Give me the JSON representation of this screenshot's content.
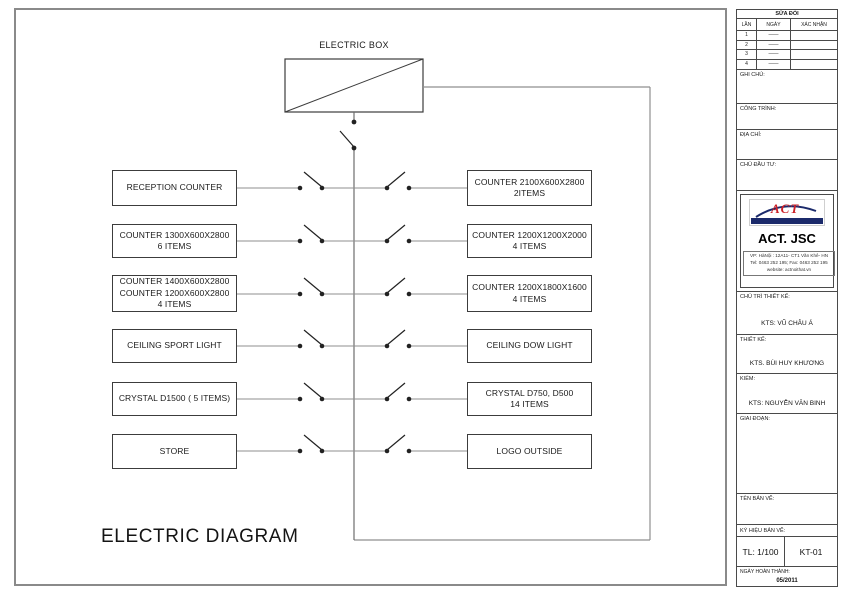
{
  "diagram": {
    "title": "ELECTRIC DIAGRAM",
    "source_label": "ELECTRIC BOX",
    "rows": [
      {
        "left": "RECEPTION COUNTER",
        "right": "COUNTER 2100X600X2800\n2ITEMS"
      },
      {
        "left": "COUNTER 1300X600X2800\n6 ITEMS",
        "right": "COUNTER 1200X1200X2000\n4 ITEMS"
      },
      {
        "left": "COUNTER 1400X600X2800\nCOUNTER 1200X600X2800\n4 ITEMS",
        "right": "COUNTER 1200X1800X1600\n4 ITEMS"
      },
      {
        "left": "CEILING SPORT LIGHT",
        "right": "CEILING DOW LIGHT"
      },
      {
        "left": "CRYSTAL D1500 ( 5 ITEMS)",
        "right": "CRYSTAL D750, D500\n14 ITEMS"
      },
      {
        "left": "STORE",
        "right": "LOGO OUTSIDE"
      }
    ]
  },
  "title_block": {
    "revision": {
      "title": "SỬA ĐỔI",
      "columns": [
        "LẦN",
        "NGÀY",
        "XÁC NHẬN"
      ],
      "rows": [
        [
          "1",
          "——",
          ""
        ],
        [
          "2",
          "——",
          ""
        ],
        [
          "3",
          "——",
          ""
        ],
        [
          "4",
          "——",
          ""
        ]
      ]
    },
    "notes_label": "GHI CHÚ:",
    "project_label": "CÔNG TRÌNH:",
    "address_label": "ĐỊA CHỈ:",
    "investor_label": "CHỦ ĐẦU TƯ:",
    "company": {
      "logo_text": "ACT",
      "name": "ACT. JSC",
      "address_line1": "VP: HàNội : 12A11- CT1 Văn Khê- HN",
      "address_line2": "Tel: 0463 252 195; Fax: 0463 252 195",
      "address_line3": "website: actnoithat.vn"
    },
    "chief_designer_label": "CHỦ TRÌ THIẾT KẾ:",
    "chief_designer": "KTS: VŨ CHÂU Á",
    "designer_label": "THIẾT KẾ:",
    "designer": "KTS. BÙI HUY KHƯƠNG",
    "checker_label": "KIỂM:",
    "checker": "KTS: NGUYỄN VĂN BINH",
    "stage_label": "GIAI ĐOẠN:",
    "drawing_name_label": "TÊN BẢN VẼ:",
    "drawing_code_label": "KÝ HIỆU BẢN VẼ:",
    "scale": "TL: 1/100",
    "drawing_number": "KT-01",
    "completion_date_label": "NGÀY HOÀN THÀNH:",
    "completion_date": "05/2011"
  },
  "colors": {
    "logo_red": "#cc2027",
    "logo_navy": "#1b2a6b",
    "line_gray": "#808080",
    "symbol_black": "#222222"
  }
}
